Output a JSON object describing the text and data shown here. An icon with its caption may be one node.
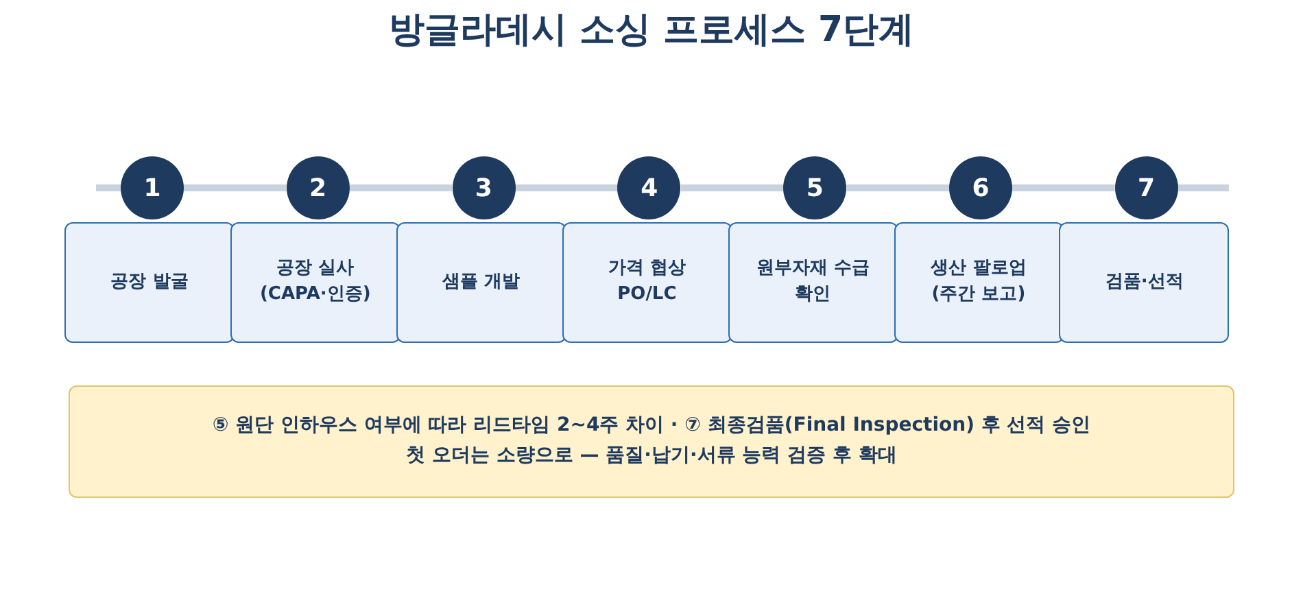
{
  "diagram": {
    "title": "방글라데시 소싱 프로세스 7단계",
    "nodes": [
      {
        "text": [
          "1"
        ]
      },
      {
        "text": [
          "2"
        ]
      },
      {
        "text": [
          "3"
        ]
      },
      {
        "text": [
          "4"
        ]
      },
      {
        "text": [
          "5"
        ]
      },
      {
        "text": [
          "6"
        ]
      },
      {
        "text": [
          "7"
        ]
      },
      {
        "text": [
          "공장 발굴"
        ]
      },
      {
        "text": [
          "공장 실사 (CAPA·인증)"
        ]
      },
      {
        "text": [
          "샘플 개발"
        ]
      },
      {
        "text": [
          "가격 협상 PO/LC"
        ]
      },
      {
        "text": [
          "원부자재 수급 확인"
        ]
      },
      {
        "text": [
          "생산 팔로업 (주간 보고)"
        ]
      },
      {
        "text": [
          "검품·선적"
        ]
      },
      {
        "text": [
          "⑤ 원단 인하우스 여부에 따라 리드타임 2~4주 차이 · ⑦ 최종검품(Final Inspection) 후 선적 승인",
          "첫 오더는 소량으로 — 품질·납기·서류 능력 검증 후 확대"
        ]
      }
    ],
    "edges": [
      {
        "from": 0,
        "to": 1,
        "arrow": "none"
      },
      {
        "from": 1,
        "to": 2,
        "arrow": "none"
      },
      {
        "from": 2,
        "to": 3,
        "arrow": "none"
      },
      {
        "from": 3,
        "to": 4,
        "arrow": "none"
      },
      {
        "from": 4,
        "to": 5,
        "arrow": "none"
      },
      {
        "from": 5,
        "to": 6,
        "arrow": "none"
      }
    ]
  }
}
